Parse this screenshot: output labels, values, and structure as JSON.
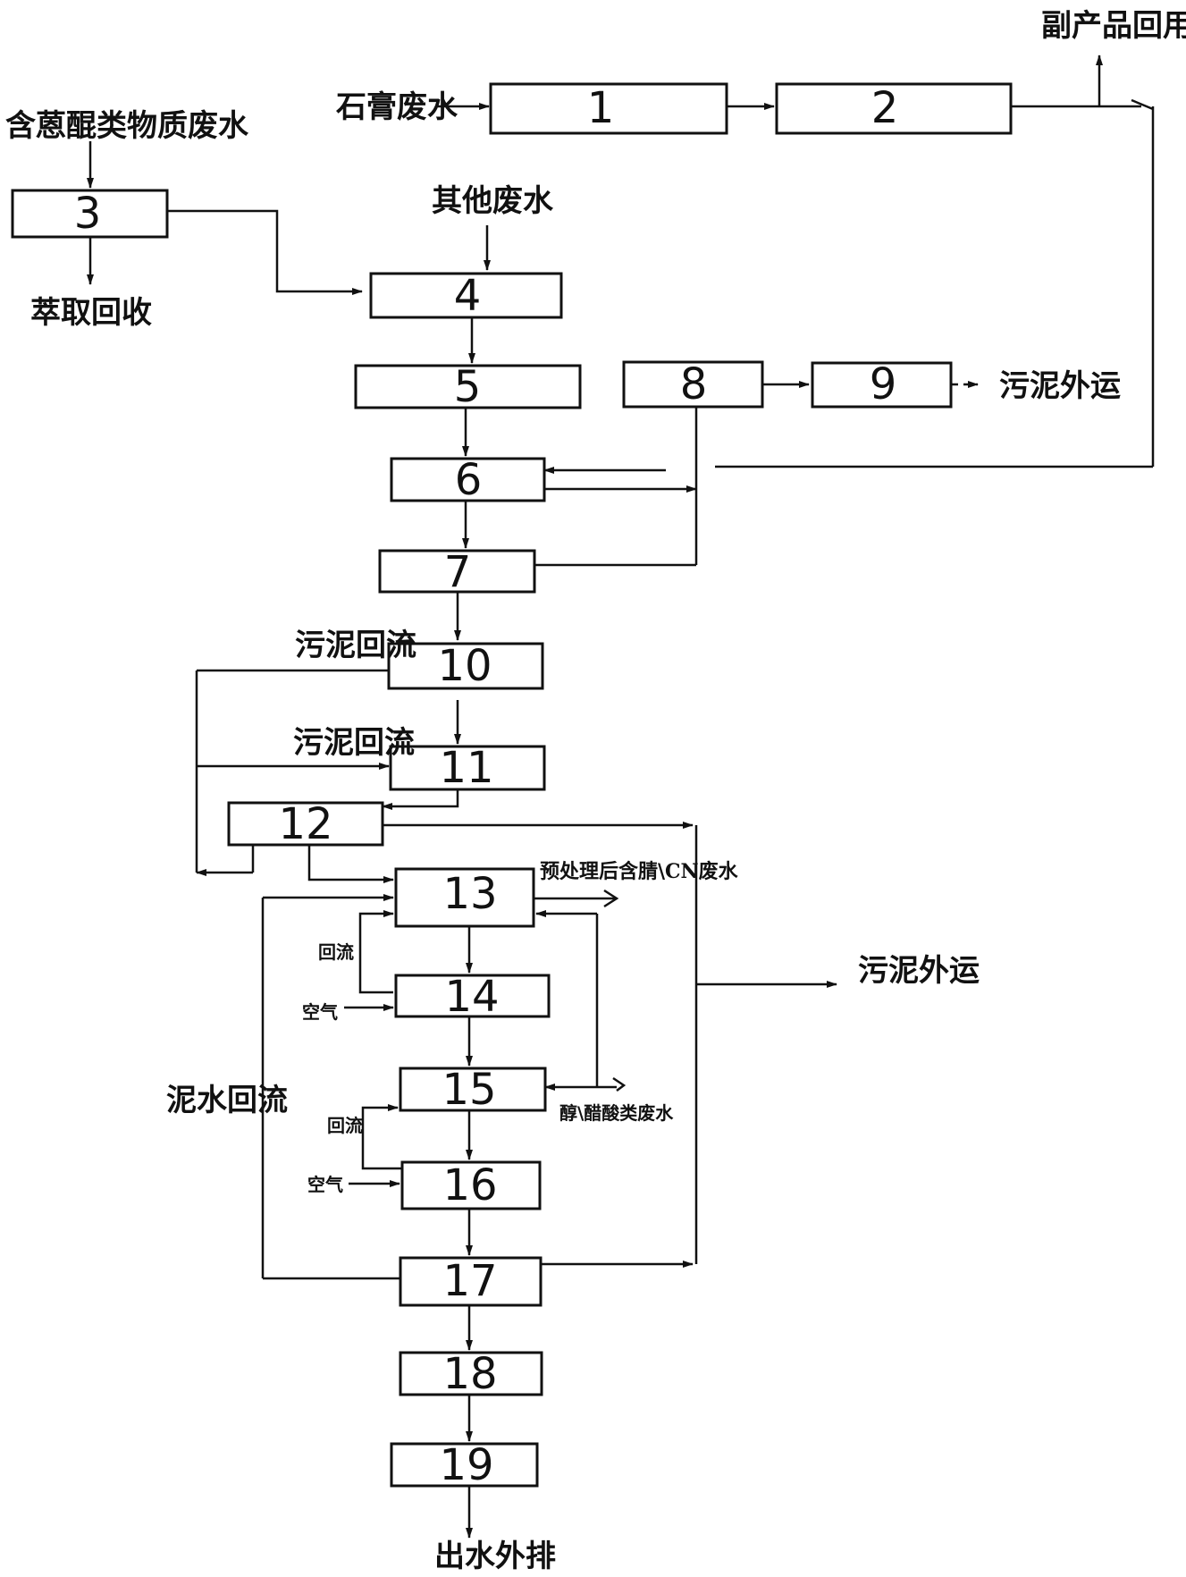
{
  "boxes": {
    "b1": "1",
    "b2": "2",
    "b3": "3",
    "b4": "4",
    "b5": "5",
    "b6": "6",
    "b7": "7",
    "b8": "8",
    "b9": "9",
    "b10": "10",
    "b11": "11",
    "b12": "12",
    "b13": "13",
    "b14": "14",
    "b15": "15",
    "b16": "16",
    "b17": "17",
    "b18": "18",
    "b19": "19"
  },
  "labels": {
    "gypsum_wastewater": "石膏废水",
    "byproduct_reuse": "副产品回用",
    "anthraquinone_wastewater": "含蒽醌类物质废水",
    "extraction_recovery": "萃取回收",
    "other_wastewater": "其他废水",
    "sludge_outbound_top": "污泥外运",
    "sludge_return_10": "污泥回流",
    "sludge_return_11": "污泥回流",
    "cn_wastewater": "预处理后含腈\\CN废水",
    "sludge_outbound_right": "污泥外运",
    "return_14": "回流",
    "air_14": "空气",
    "mud_water_return": "泥水回流",
    "alcohol_wastewater": "醇\\醋酸类废水",
    "return_16": "回流",
    "air_16": "空气",
    "effluent_discharge": "出水外排"
  }
}
